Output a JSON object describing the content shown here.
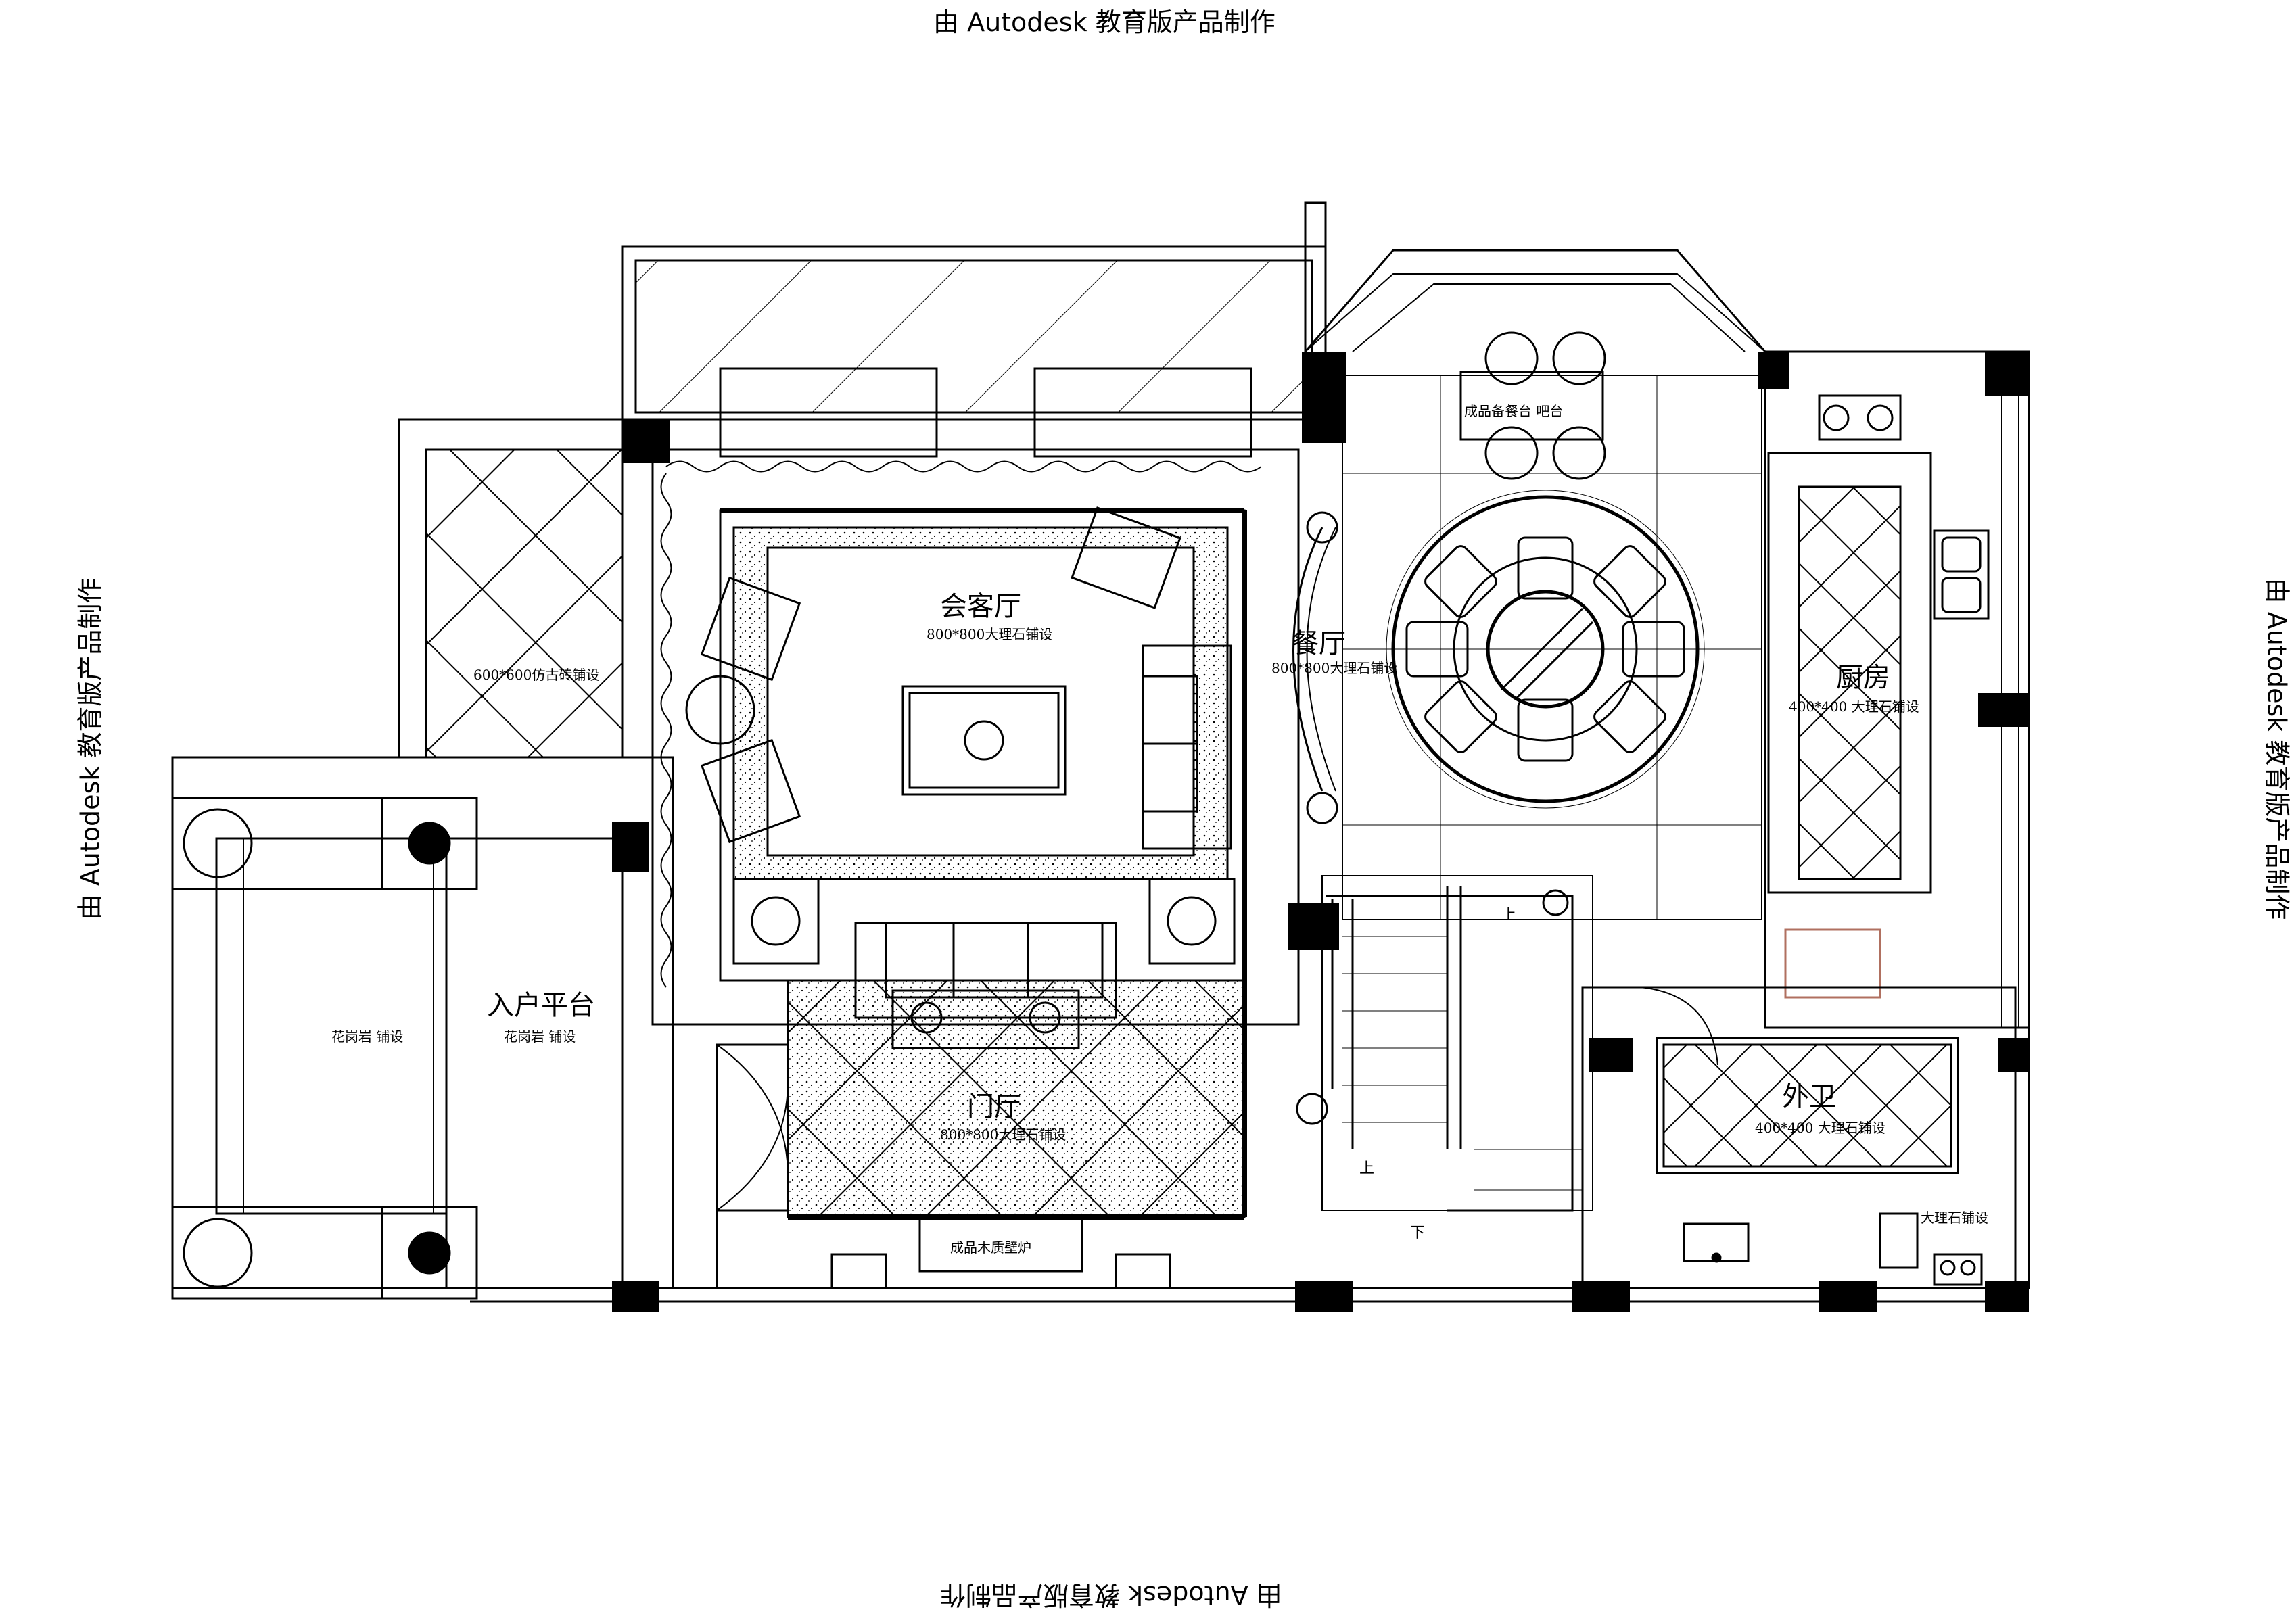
{
  "watermark": {
    "text": "由 Autodesk 教育版产品制作"
  },
  "rooms": {
    "living": {
      "name": "会客厅",
      "spec": "800*800大理石铺设"
    },
    "dining": {
      "name": "餐厅",
      "spec": "800*800大理石铺设"
    },
    "kitchen": {
      "name": "厨房",
      "spec": "400*400  大理石铺设"
    },
    "foyer": {
      "name": "门厅",
      "spec": "800*800大理石铺设"
    },
    "entry": {
      "name": "入户平台",
      "spec": "花岗岩  铺设"
    },
    "bath": {
      "name": "外卫",
      "spec": "400*400  大理石铺设"
    }
  },
  "notes": {
    "terrace_tile": "600*600仿古砖铺设",
    "granite_left": "花岗岩  铺设",
    "bar": "成品备餐台  吧台",
    "fireplace": "成品木质壁炉",
    "bath_marble": "大理石铺设",
    "stair_up_1": "上",
    "stair_up_2": "上",
    "stair_down": "下"
  },
  "colors": {
    "line": "#000000",
    "background": "#ffffff",
    "terrazzo": "#9a9a9a",
    "appliance": "#b07060"
  }
}
